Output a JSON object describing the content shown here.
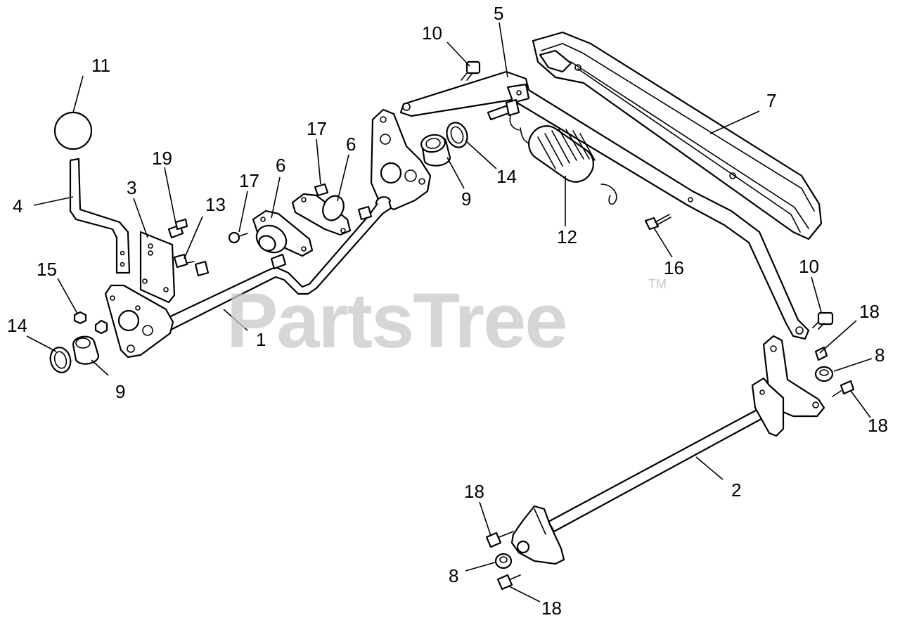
{
  "watermark": {
    "text": "PartsTree",
    "trademark": "TM"
  },
  "callouts": {
    "c1": "1",
    "c2": "2",
    "c3": "3",
    "c4": "4",
    "c5": "5",
    "c6a": "6",
    "c6b": "6",
    "c7": "7",
    "c8a": "8",
    "c8b": "8",
    "c9a": "9",
    "c9b": "9",
    "c10a": "10",
    "c10b": "10",
    "c11": "11",
    "c12": "12",
    "c13": "13",
    "c14a": "14",
    "c14b": "14",
    "c15": "15",
    "c16": "16",
    "c17a": "17",
    "c17b": "17",
    "c18a": "18",
    "c18b": "18",
    "c18c": "18",
    "c18d": "18",
    "c19": "19"
  },
  "colors": {
    "line": "#000000",
    "background": "#ffffff",
    "watermark": "#c8c8c8"
  }
}
